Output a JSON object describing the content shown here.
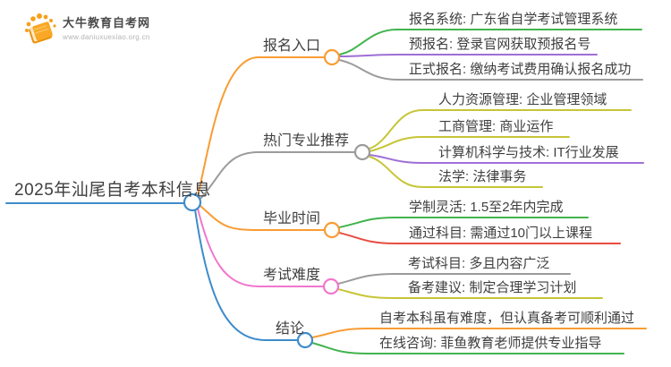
{
  "logo": {
    "title": "大牛教育自考网",
    "url": "www.daniuxuexiao.org.cn"
  },
  "root": {
    "label": "2025年汕尾自考本科信息"
  },
  "branches": [
    {
      "label": "报名入口",
      "color": "#f99c33",
      "children": [
        {
          "label": "报名系统: 广东省自学考试管理系统",
          "color": "#42b44d"
        },
        {
          "label": "预报名: 登录官网获取预报名号",
          "color": "#9e6fd6"
        },
        {
          "label": "正式报名: 缴纳考试费用确认报名成功",
          "color": "#9b9b9b"
        }
      ]
    },
    {
      "label": "热门专业推荐",
      "color": "#9b9b9b",
      "children": [
        {
          "label": "人力资源管理: 企业管理领域",
          "color": "#c6c537"
        },
        {
          "label": "工商管理: 商业运作",
          "color": "#c6c537"
        },
        {
          "label": "计算机科学与技术: IT行业发展",
          "color": "#9e6fd6"
        },
        {
          "label": "法学: 法律事务",
          "color": "#c6c537"
        }
      ]
    },
    {
      "label": "毕业时间",
      "color": "#f99c33",
      "children": [
        {
          "label": "学制灵活: 1.5至2年内完成",
          "color": "#42b44d"
        },
        {
          "label": "通过科目: 需通过10门以上课程",
          "color": "#e74c41"
        }
      ]
    },
    {
      "label": "考试难度",
      "color": "#f276cd",
      "children": [
        {
          "label": "考试科目: 多且内容广泛",
          "color": "#9b9b9b"
        },
        {
          "label": "备考建议: 制定合理学习计划",
          "color": "#c6c537"
        }
      ]
    },
    {
      "label": "结论",
      "color": "#3e8ccb",
      "children": [
        {
          "label": "自考本科虽有难度，但认真备考可顺利通过",
          "color": "#f99c33"
        },
        {
          "label": "在线咨询: 菲鱼教育老师提供专业指导",
          "color": "#42b44d"
        }
      ]
    }
  ],
  "colors": {
    "c-blue": "#3e8ccb",
    "c-orange": "#f99c33",
    "c-gray": "#9b9b9b",
    "c-green": "#42b44d",
    "c-purple": "#9e6fd6",
    "c-olive": "#c6c537",
    "c-red": "#e74c41",
    "c-pink": "#f276cd",
    "c-text": "#3f3f3f",
    "c-logo": "#f5a11c",
    "c-url": "#b3b3b3"
  }
}
